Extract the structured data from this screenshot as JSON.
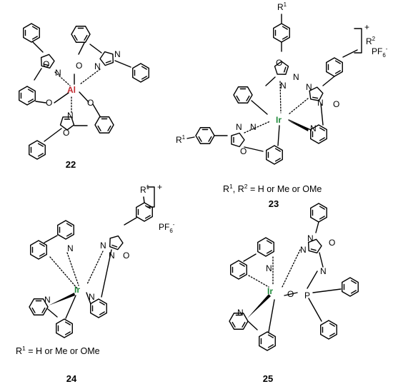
{
  "colors": {
    "al": "#c0272d",
    "ir": "#1f8a3a",
    "ink": "#000000",
    "background": "#ffffff"
  },
  "atoms": {
    "al": "Al",
    "ir": "Ir",
    "o": "O",
    "n": "N",
    "p": "P"
  },
  "substituents": {
    "r1": "R",
    "r1_sup": "1",
    "r2": "R",
    "r2_sup": "2"
  },
  "counterion": {
    "pf": "PF",
    "sub": "6",
    "sup": "-",
    "charge": "+"
  },
  "compounds": {
    "c22": {
      "label": "22"
    },
    "c23": {
      "label": "23",
      "note_a": "R",
      "note_a_sup": "1",
      "note_b": ", R",
      "note_b_sup": "2",
      "note_c": " = H or Me or OMe"
    },
    "c24": {
      "label": "24",
      "note_a": "R",
      "note_a_sup": "1",
      "note_c": " = H or Me or OMe"
    },
    "c25": {
      "label": "25"
    }
  }
}
